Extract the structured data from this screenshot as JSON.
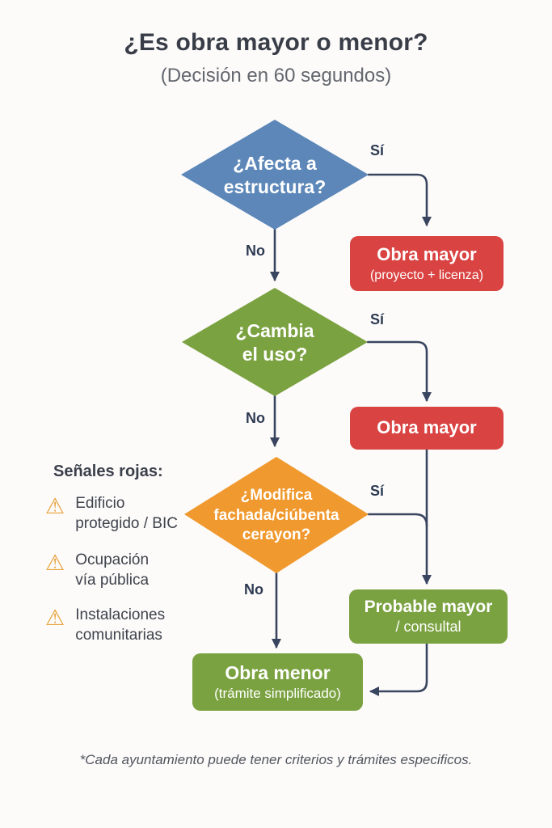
{
  "title": {
    "heading": "¿Es obra mayor o menor?",
    "subheading": "(Decisión en 60 segundos)"
  },
  "colors": {
    "diamond_blue": "#5c87b8",
    "diamond_green": "#7ba241",
    "diamond_orange": "#f0992e",
    "box_red": "#d94342",
    "box_green": "#7ba241",
    "connector": "#39455f",
    "warning_orange": "#e9a23b",
    "background": "#fcfbfa"
  },
  "flow": {
    "diamond_structure": {
      "line1": "¿Afecta a",
      "line2": "estructura?"
    },
    "diamond_uso": {
      "line1": "¿Cambia",
      "line2": "el uso?"
    },
    "diamond_fachada": {
      "line1": "¿Modifica",
      "line2": "fachada/ciúbenta",
      "line3": "cerayon?"
    },
    "box_obra_mayor_1": {
      "title": "Obra mayor",
      "subtitle": "(proyecto + licenza)"
    },
    "box_obra_mayor_2": {
      "title": "Obra mayor"
    },
    "box_probable": {
      "title": "Probable mayor",
      "subtitle": "/ consultal"
    },
    "box_obra_menor": {
      "title": "Obra menor",
      "subtitle": "(trámite simplificado)"
    },
    "labels": {
      "si1": "Sí",
      "no1": "No",
      "si2": "Sí",
      "no2": "No",
      "si3": "Sí",
      "no3": "No"
    }
  },
  "sidebar": {
    "heading": "Señales rojas:",
    "items": [
      {
        "icon": "warning-triangle-icon",
        "line1": "Edificio",
        "line2": "protegido / BIC"
      },
      {
        "icon": "warning-triangle-icon",
        "line1": "Ocupación",
        "line2": "vía pública"
      },
      {
        "icon": "warning-triangle-icon",
        "line1": "Instalaciones",
        "line2": "comunitarias"
      }
    ]
  },
  "icons": {
    "warning": "⚠"
  },
  "footnote": "*Cada ayuntamiento puede tener criterios y trámites especificos."
}
